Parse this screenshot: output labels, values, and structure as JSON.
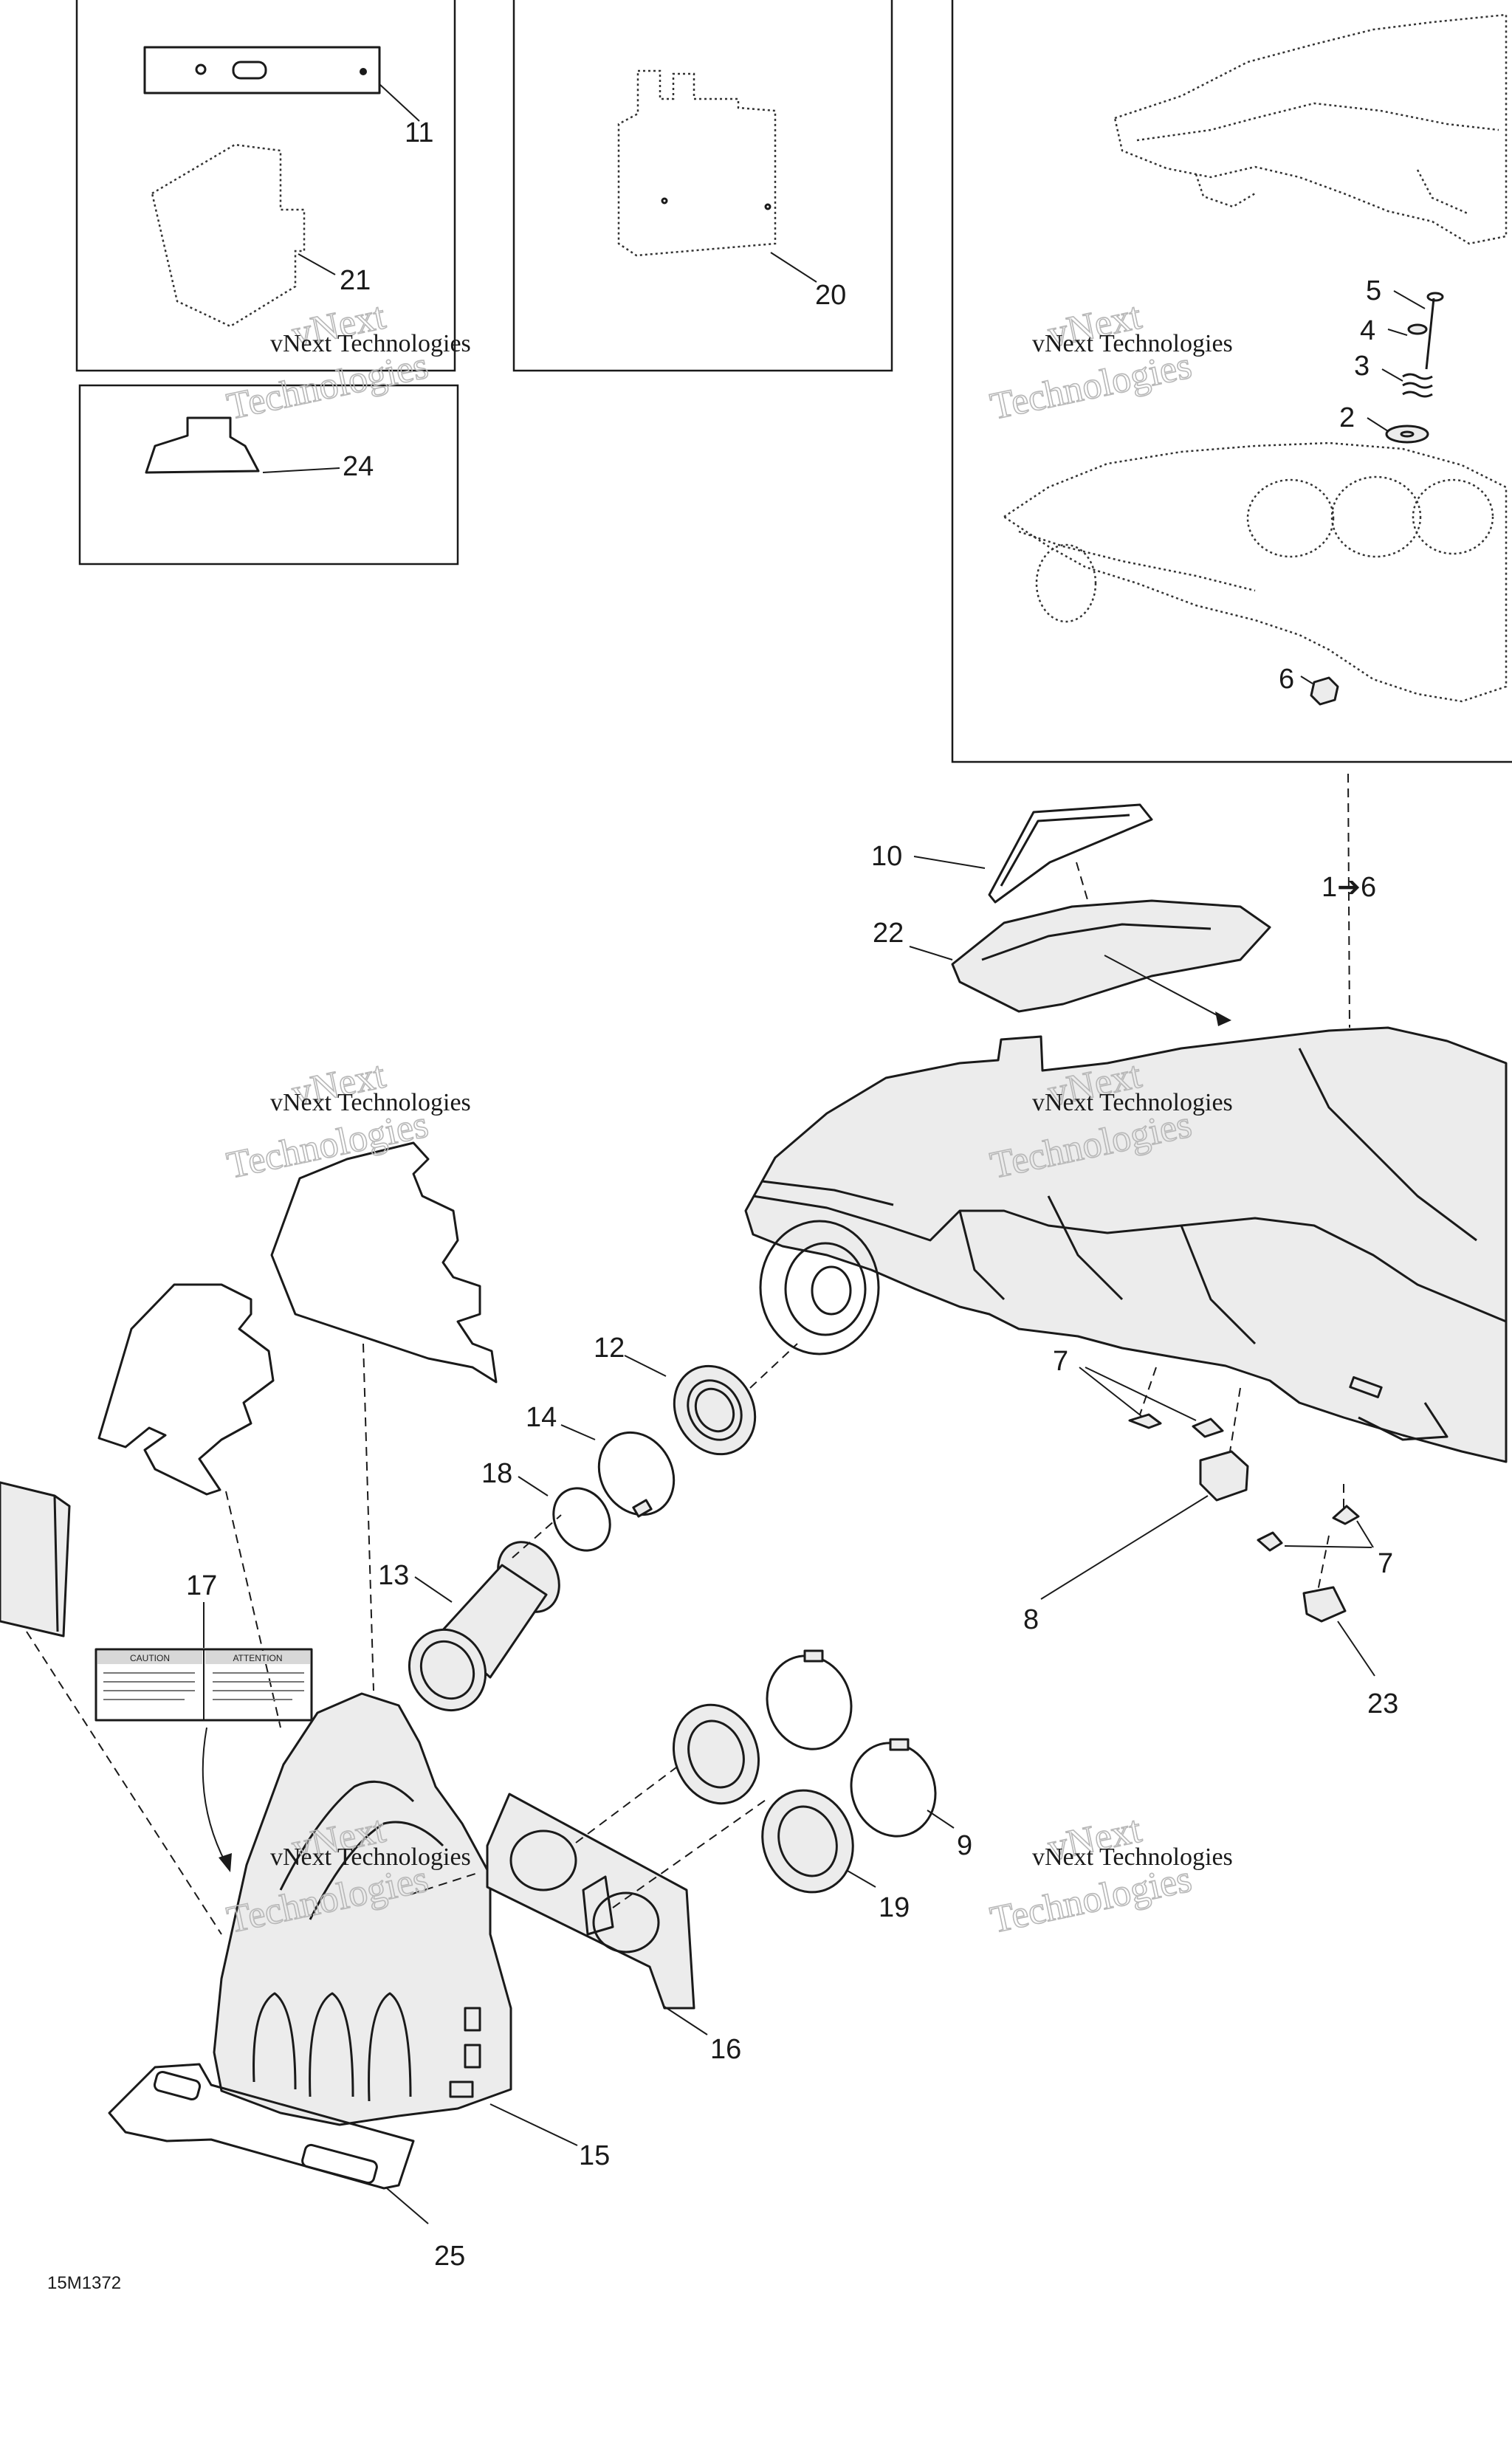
{
  "callouts": {
    "c1": "11",
    "c2": "21",
    "c3": "20",
    "c4": "24",
    "c5": "5",
    "c6": "4",
    "c7": "3",
    "c8": "2",
    "c9": "6",
    "c10": "10",
    "c11": "1➔6",
    "c12": "22",
    "c13": "12",
    "c14": "14",
    "c15": "18",
    "c16": "13",
    "c17": "17",
    "c18": "7",
    "c19": "7",
    "c20": "8",
    "c21": "23",
    "c22": "9",
    "c23": "19",
    "c24": "16",
    "c25": "15",
    "c26": "25"
  },
  "drawing_code": "15M1372",
  "watermark": {
    "line1": "vNext",
    "line2": "vNext Technologies",
    "line3": "Technologies"
  },
  "decal": {
    "caution": "CAUTION",
    "attention": "ATTENTION"
  }
}
